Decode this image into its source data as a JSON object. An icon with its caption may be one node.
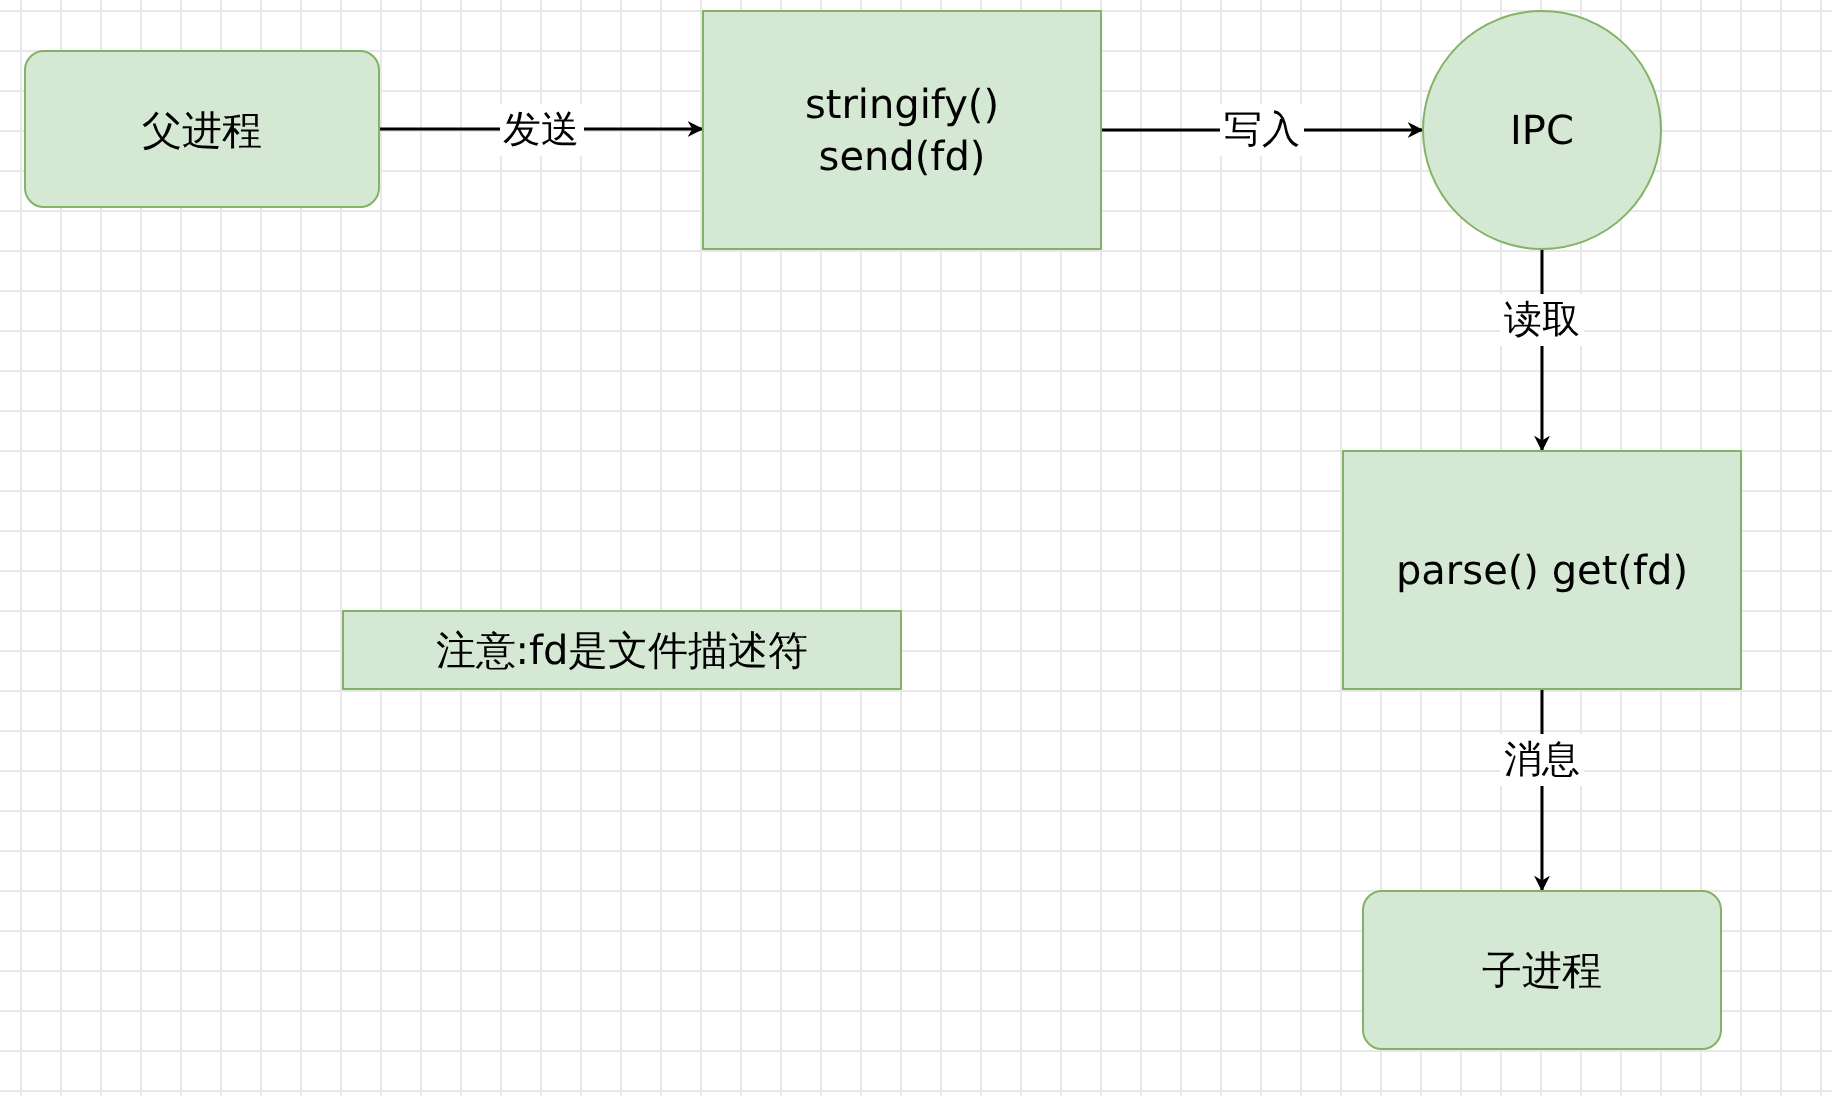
{
  "diagram": {
    "nodes": [
      {
        "text": [
          "父进程"
        ]
      },
      {
        "text": [
          "stringify() send(fd)"
        ]
      },
      {
        "text": [
          "IPC"
        ]
      },
      {
        "text": [
          "parse() get(fd)"
        ]
      },
      {
        "text": [
          "子进程"
        ]
      },
      {
        "text": [
          "注意:fd是文件描述符"
        ]
      }
    ],
    "edges": [
      {
        "from": 0,
        "to": 1,
        "arrow": "to",
        "label": "发送"
      },
      {
        "from": 1,
        "to": 2,
        "arrow": "to",
        "label": "写入"
      },
      {
        "from": 2,
        "to": 3,
        "arrow": "to",
        "label": "读取"
      },
      {
        "from": 3,
        "to": 4,
        "arrow": "to",
        "label": "消息"
      }
    ]
  }
}
